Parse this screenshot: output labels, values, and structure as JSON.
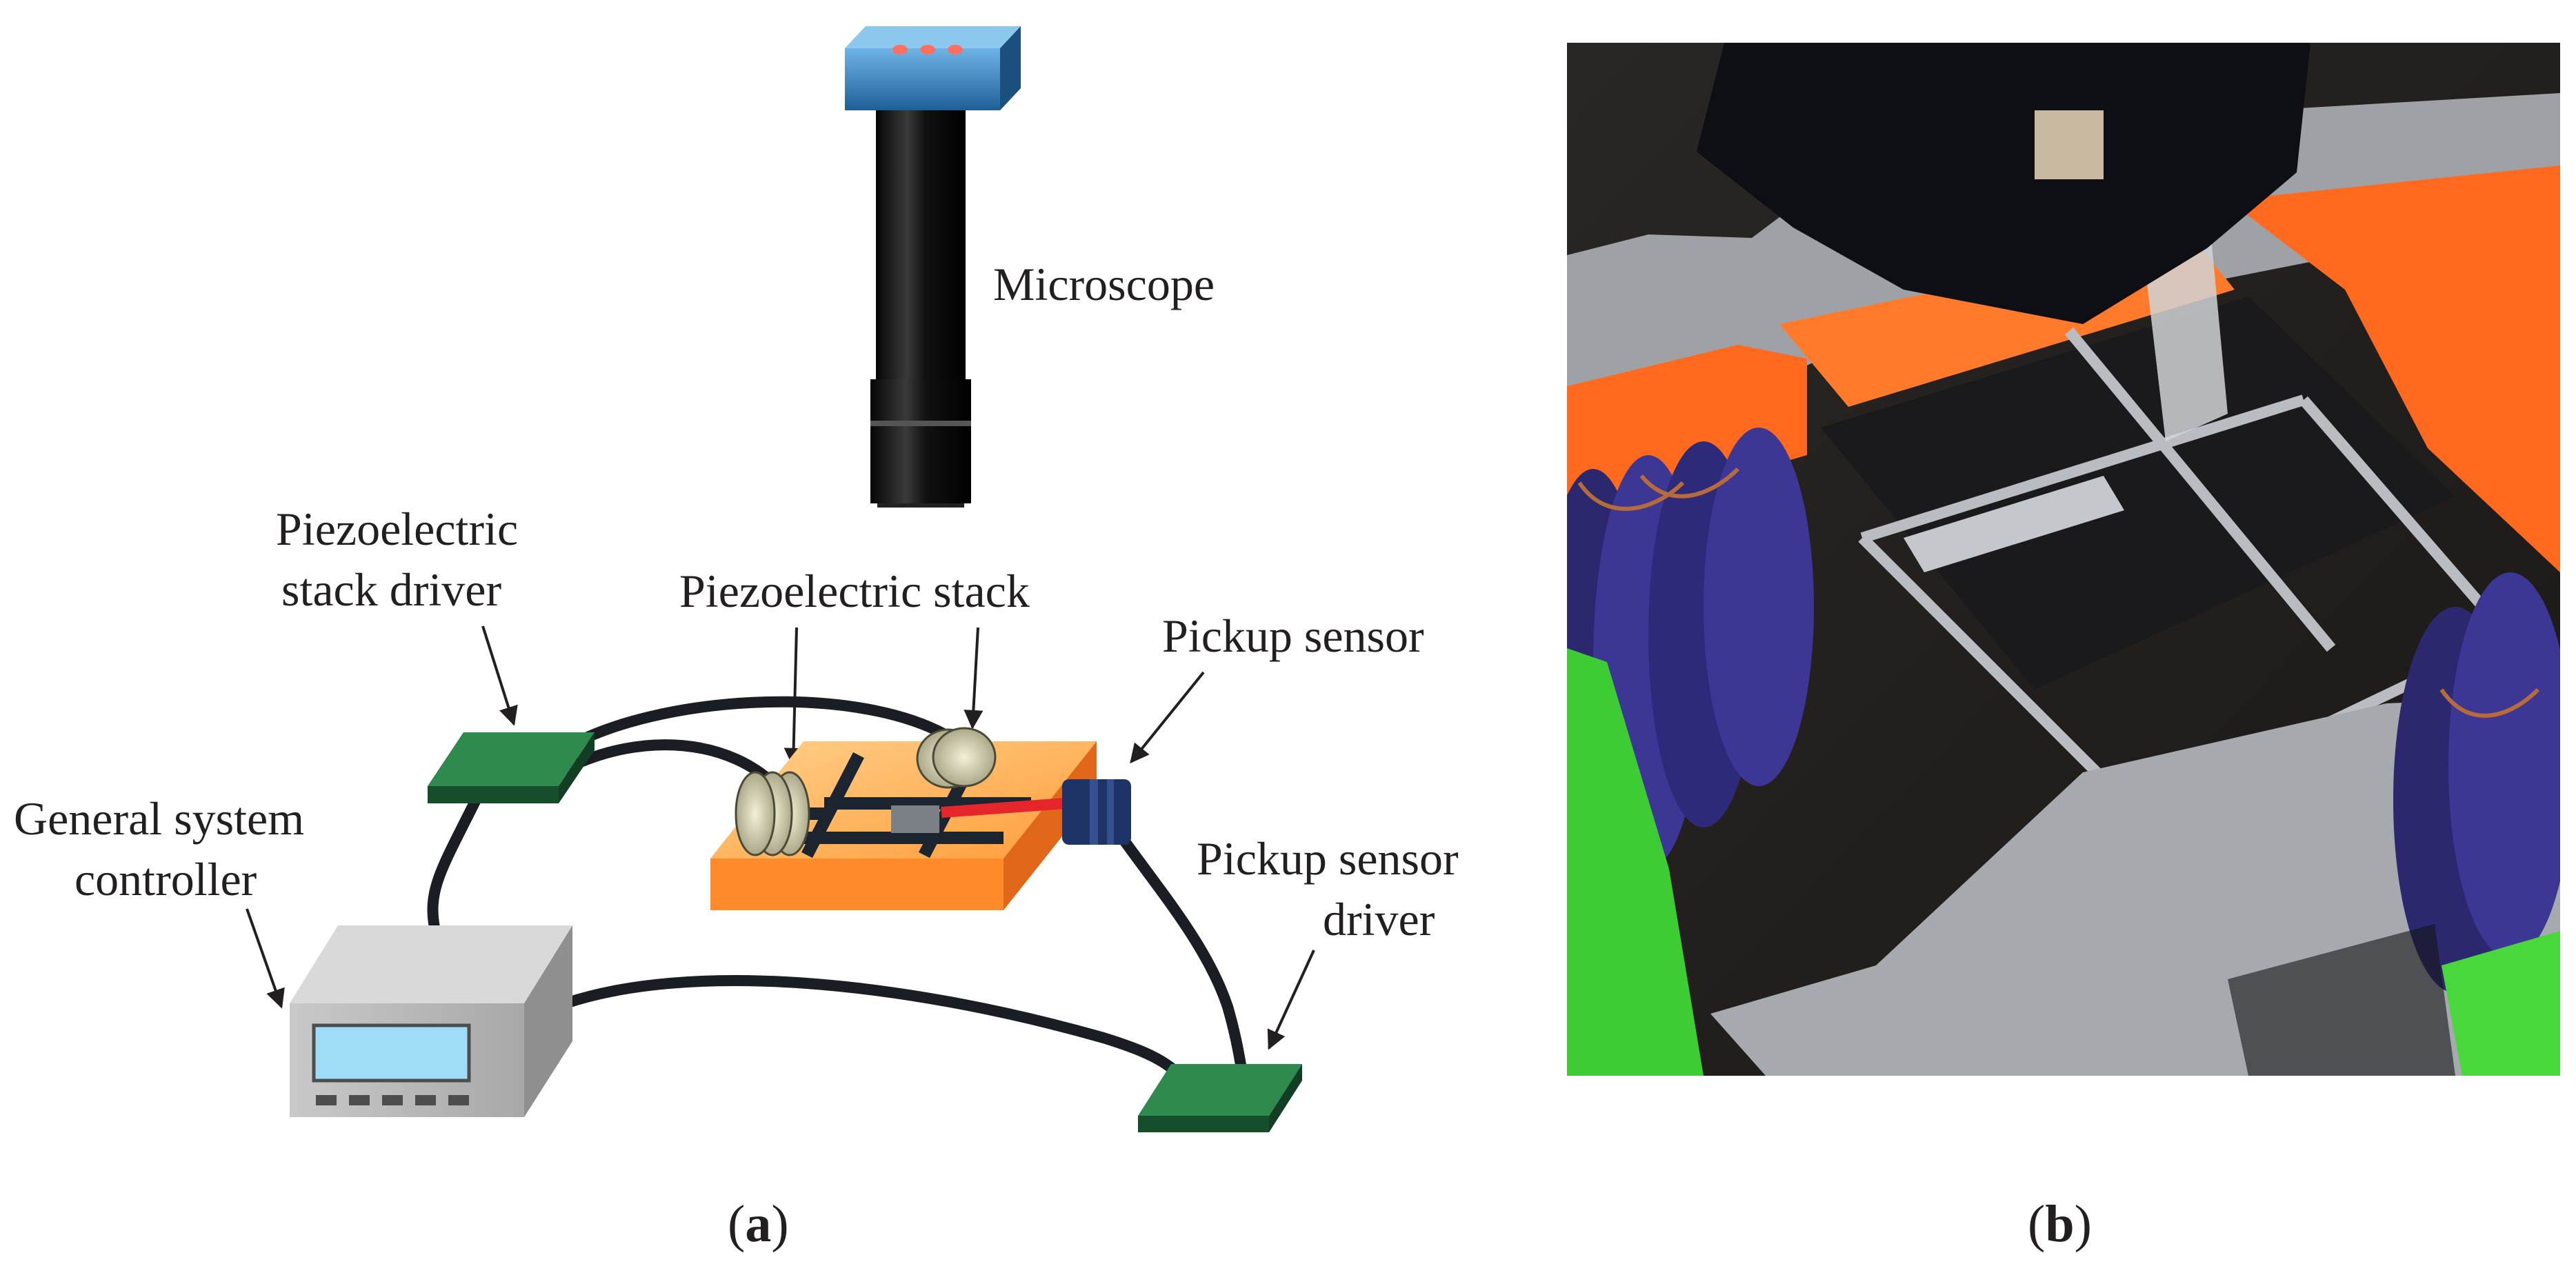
{
  "figure": {
    "labels": {
      "microscope": "Microscope",
      "stack_driver_line1": "Piezoelectric",
      "stack_driver_line2": "stack driver",
      "stack": "Piezoelectric stack",
      "pickup_sensor": "Pickup sensor",
      "controller_line1": "General system",
      "controller_line2": "controller",
      "sensor_driver_line1": "Pickup sensor",
      "sensor_driver_line2": "driver"
    },
    "captions": {
      "a_open": "(",
      "a_letter": "a",
      "a_close": ")",
      "b_open": "(",
      "b_letter": "b",
      "b_close": ")"
    },
    "colors": {
      "driver_board": "#1f6b3a",
      "base_orange": "#ff8a2a",
      "microscope_cap": "#2f7fc0",
      "controller_screen": "#9edcf7",
      "photo_orange": "#ff6a1f",
      "photo_grey": "#a9adb2",
      "photo_blue": "#39338f",
      "photo_green": "#42d23a"
    }
  }
}
